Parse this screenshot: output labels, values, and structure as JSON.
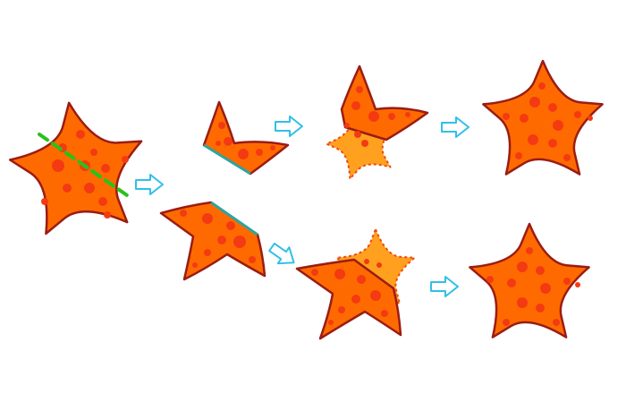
{
  "colors": {
    "background": "#ffffff",
    "star_fill": "#ff6a00",
    "star_outline": "#9b1c14",
    "spot": "#f43a12",
    "regrowth_fill": "#ffa01e",
    "regrowth_outline": "#ee4a12",
    "cut_line": "#27c21b",
    "cut_edge": "#2aa6a0",
    "arrow_outline": "#31bfe9",
    "arrow_fill": "#ffffff"
  },
  "diagram": {
    "description_free": true,
    "nodes": [
      {
        "id": "starfish-whole-with-cut-line",
        "kind": "star"
      },
      {
        "id": "upper-fragment",
        "kind": "fragment"
      },
      {
        "id": "lower-fragment",
        "kind": "fragment"
      },
      {
        "id": "upper-regrowing",
        "kind": "regrowing"
      },
      {
        "id": "lower-regrowing",
        "kind": "regrowing"
      },
      {
        "id": "upper-regenerated-star",
        "kind": "star"
      },
      {
        "id": "lower-regenerated-star",
        "kind": "star"
      }
    ],
    "edges": [
      {
        "from": "starfish-whole-with-cut-line",
        "to": "upper-fragment"
      },
      {
        "from": "starfish-whole-with-cut-line",
        "to": "lower-fragment"
      },
      {
        "from": "upper-fragment",
        "to": "upper-regrowing"
      },
      {
        "from": "upper-regrowing",
        "to": "upper-regenerated-star"
      },
      {
        "from": "lower-fragment",
        "to": "lower-regrowing"
      },
      {
        "from": "lower-regrowing",
        "to": "lower-regenerated-star"
      }
    ],
    "icons": {
      "arrow": "right-arrow-icon",
      "cut": "dashed-cut-line"
    }
  }
}
